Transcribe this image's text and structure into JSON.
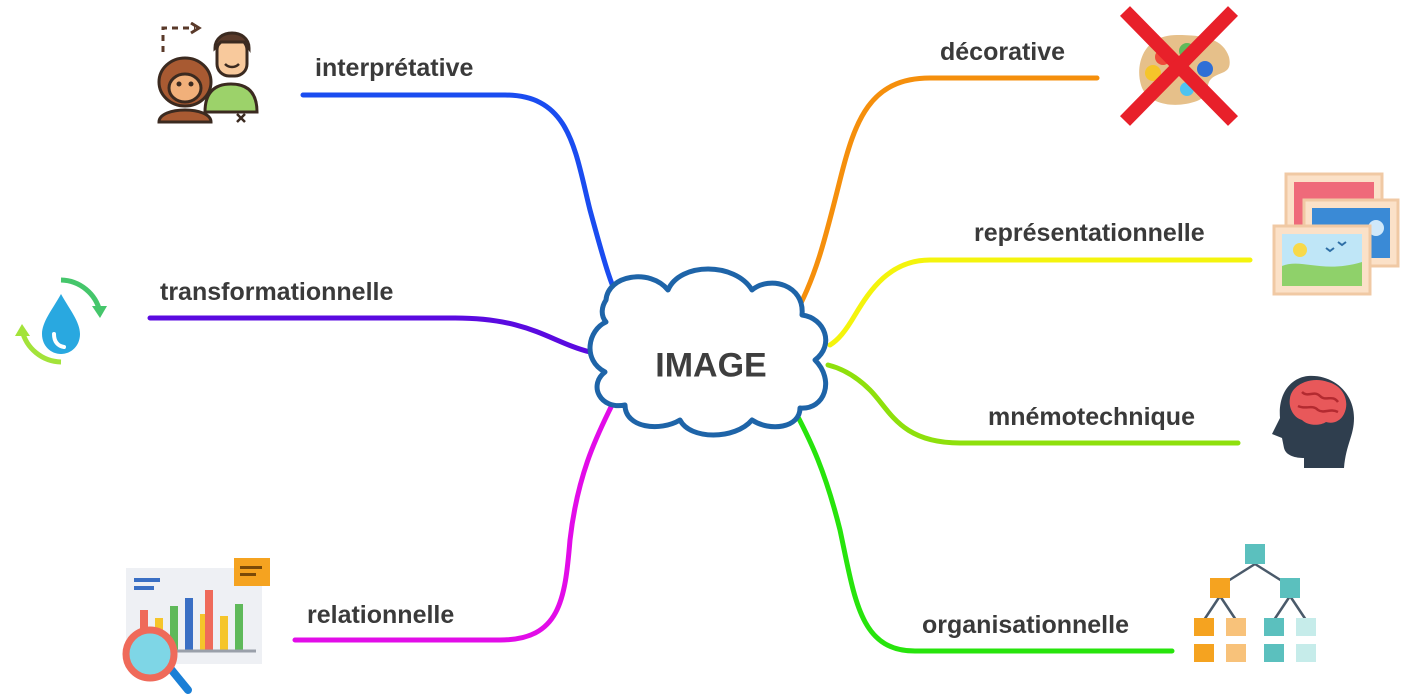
{
  "center": {
    "label": "IMAGE"
  },
  "branches": [
    {
      "key": "interpretative",
      "label": "interprétative",
      "color": "#1a4cf0",
      "icon": "monkey-and-person-icon"
    },
    {
      "key": "transformational",
      "label": "transformationnelle",
      "color": "#5a0ae0",
      "icon": "water-drop-cycle-icon"
    },
    {
      "key": "relational",
      "label": "relationnelle",
      "color": "#e20ce8",
      "icon": "bar-chart-magnifier-icon"
    },
    {
      "key": "decorative",
      "label": "décorative",
      "color": "#f58f0c",
      "icon": "crossed-out-palette-icon"
    },
    {
      "key": "representational",
      "label": "représentationnelle",
      "color": "#f4f40c",
      "icon": "picture-frames-icon"
    },
    {
      "key": "mnemonic",
      "label": "mnémotechnique",
      "color": "#8ee00c",
      "icon": "brain-head-icon"
    },
    {
      "key": "organisational",
      "label": "organisationnelle",
      "color": "#27e40c",
      "icon": "hierarchy-tree-icon"
    }
  ]
}
